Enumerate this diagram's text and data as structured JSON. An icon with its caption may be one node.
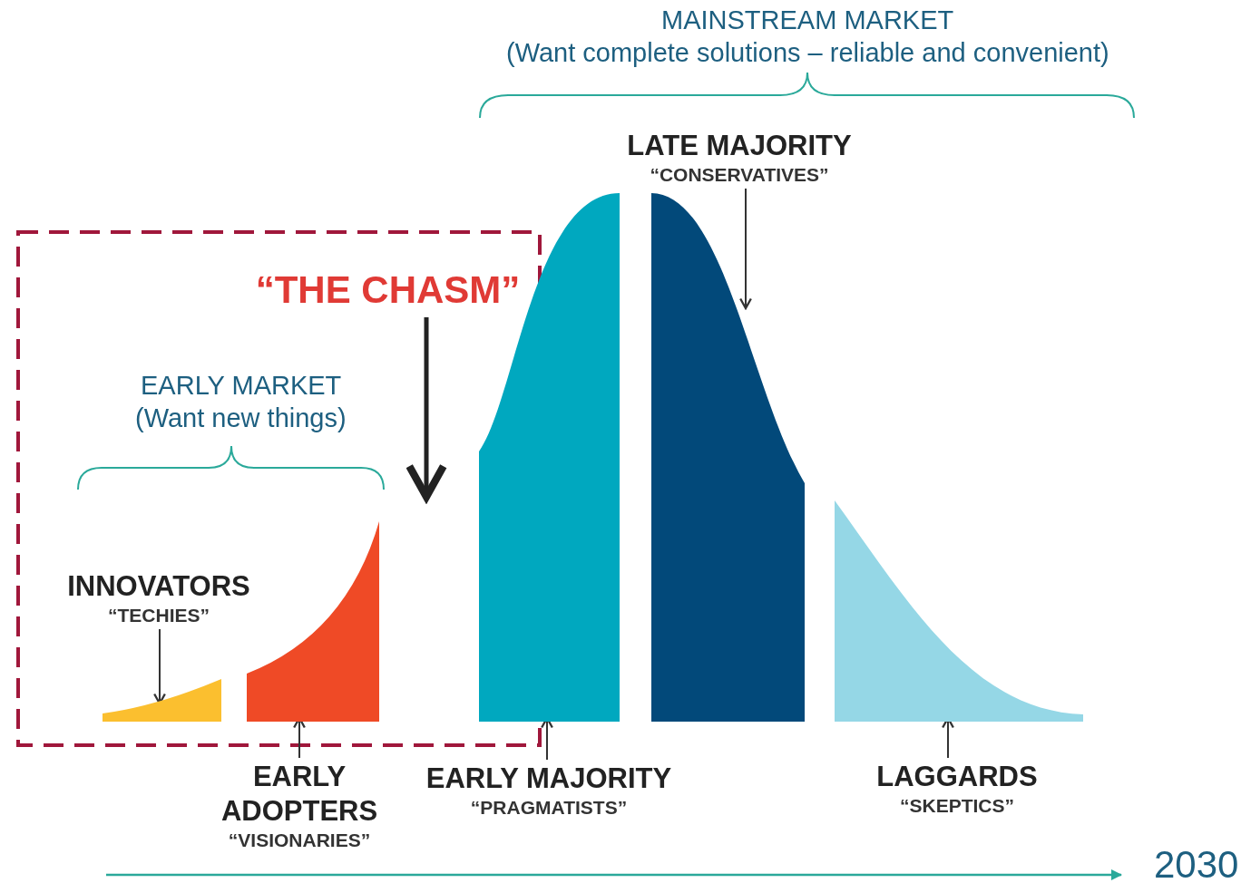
{
  "diagram": {
    "nodes": [
      {
        "text": [
          "INNOVATORS",
          "“TECHIES”"
        ]
      },
      {
        "text": [],
        "shape": "area"
      },
      {
        "text": [
          "EARLY ADOPTERS",
          "“VISIONARIES”"
        ]
      },
      {
        "text": [],
        "shape": "area"
      },
      {
        "text": [
          "“THE CHASM”"
        ]
      },
      {
        "text": [],
        "shape": "area"
      },
      {
        "text": [
          "EARLY MAJORITY",
          "“PRAGMATISTS”"
        ]
      },
      {
        "text": [
          "LATE MAJORITY",
          "“CONSERVATIVES”"
        ]
      },
      {
        "text": [],
        "shape": "area"
      },
      {
        "text": [
          "LAGGARDS",
          "“SKEPTICS”"
        ]
      },
      {
        "text": [],
        "shape": "area"
      }
    ],
    "edges": [
      {
        "from": 0,
        "to": 1,
        "arrow": "to"
      },
      {
        "from": 2,
        "to": 3,
        "arrow": "to"
      },
      {
        "from": 4,
        "to": null,
        "arrow": "to",
        "style": "thick"
      },
      {
        "from": 6,
        "to": 5,
        "arrow": "to"
      },
      {
        "from": 7,
        "to": 8,
        "arrow": "to"
      },
      {
        "from": 9,
        "to": 10,
        "arrow": "to"
      }
    ],
    "labels": [
      "MAINSTREAM MARKET",
      "(Want complete solutions – reliable and convenient)",
      "EARLY MARKET",
      "(Want new things)",
      "2030"
    ]
  }
}
